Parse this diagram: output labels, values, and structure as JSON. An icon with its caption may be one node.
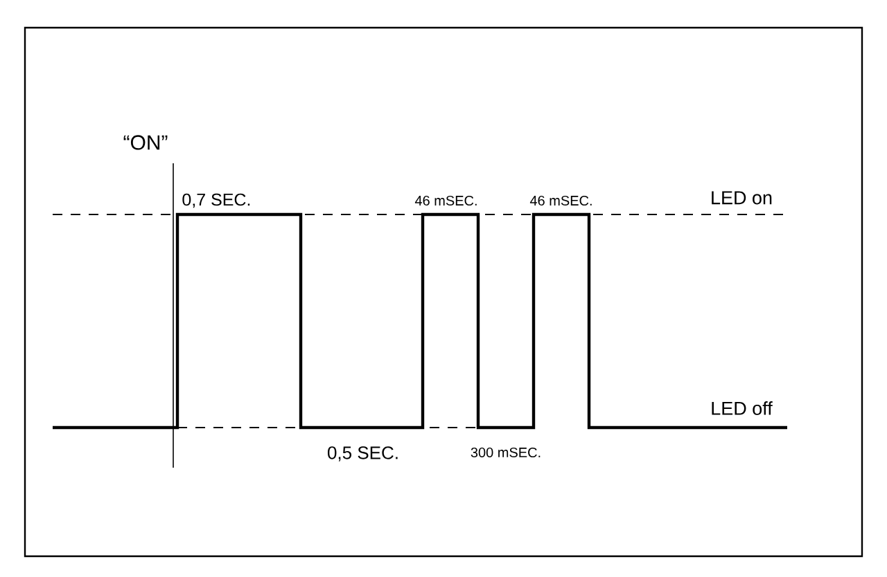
{
  "diagram": {
    "labels": [
      "“ON”",
      "0,7 SEC.",
      "46 mSEC.",
      "46 mSEC.",
      "LED on",
      "LED off",
      "0,5 SEC.",
      "300 mSEC."
    ]
  }
}
